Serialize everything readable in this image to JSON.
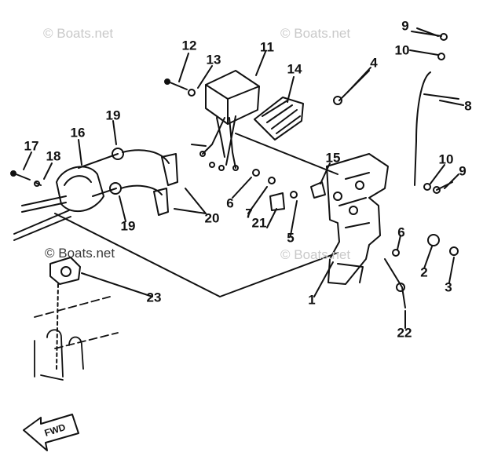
{
  "watermark": {
    "text": "© Boats.net"
  },
  "direction_badge": {
    "text": "FWD"
  },
  "callouts": [
    {
      "id": "9a",
      "label": "9"
    },
    {
      "id": "10a",
      "label": "10"
    },
    {
      "id": "11",
      "label": "11"
    },
    {
      "id": "12",
      "label": "12"
    },
    {
      "id": "13",
      "label": "13"
    },
    {
      "id": "14",
      "label": "14"
    },
    {
      "id": "4",
      "label": "4"
    },
    {
      "id": "8",
      "label": "8"
    },
    {
      "id": "16",
      "label": "16"
    },
    {
      "id": "17",
      "label": "17"
    },
    {
      "id": "18",
      "label": "18"
    },
    {
      "id": "19a",
      "label": "19"
    },
    {
      "id": "15",
      "label": "15"
    },
    {
      "id": "10b",
      "label": "10"
    },
    {
      "id": "9b",
      "label": "9"
    },
    {
      "id": "6a",
      "label": "6"
    },
    {
      "id": "7",
      "label": "7"
    },
    {
      "id": "21",
      "label": "21"
    },
    {
      "id": "5",
      "label": "5"
    },
    {
      "id": "20",
      "label": "20"
    },
    {
      "id": "19b",
      "label": "19"
    },
    {
      "id": "6b",
      "label": "6"
    },
    {
      "id": "2",
      "label": "2"
    },
    {
      "id": "3",
      "label": "3"
    },
    {
      "id": "1",
      "label": "1"
    },
    {
      "id": "23",
      "label": "23"
    },
    {
      "id": "22",
      "label": "22"
    }
  ],
  "colors": {
    "ink": "#111111",
    "watermark": "#c9c9c9",
    "background": "#ffffff"
  }
}
